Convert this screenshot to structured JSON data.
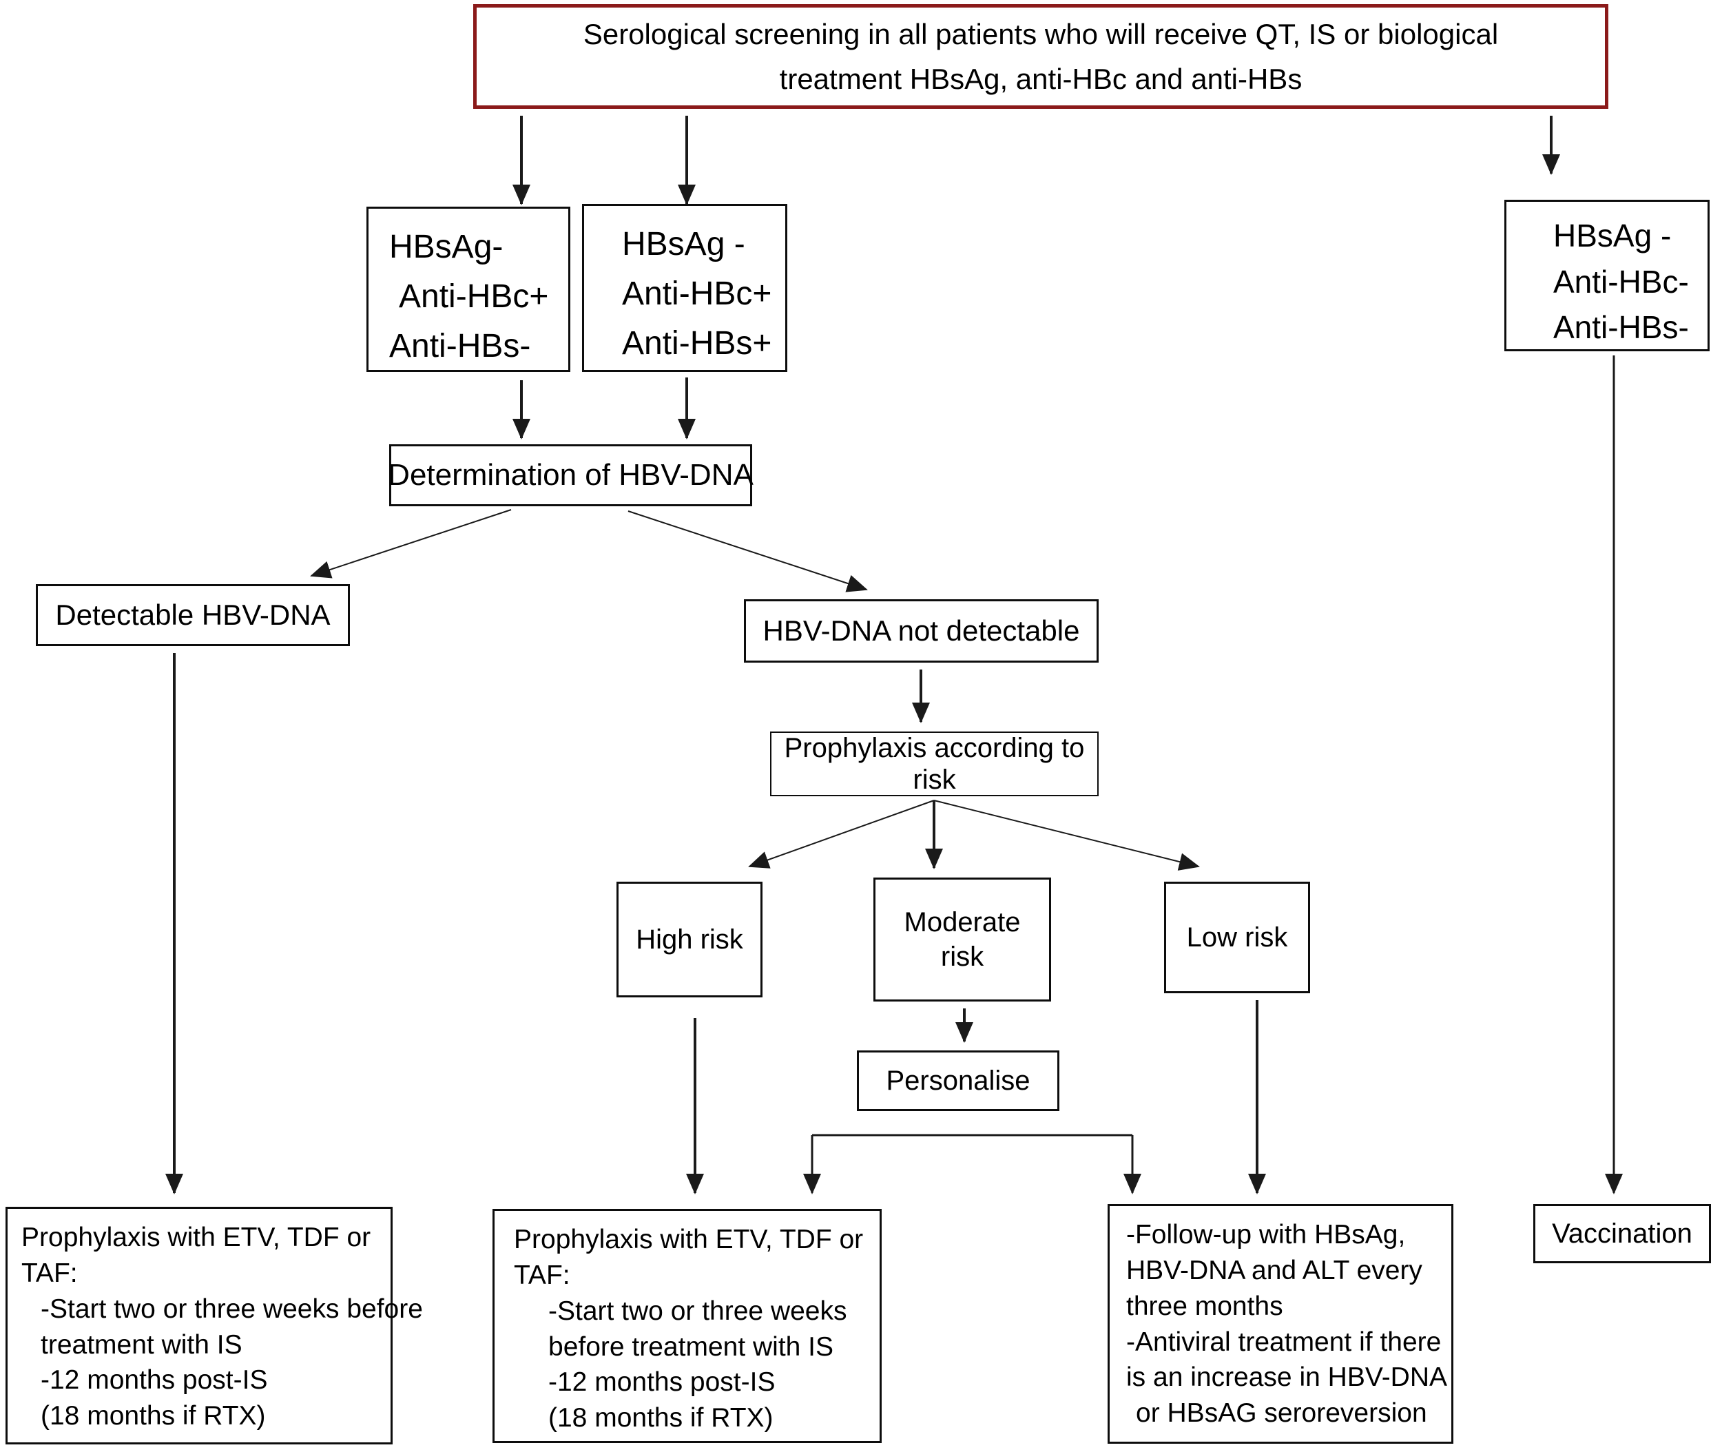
{
  "diagram": {
    "title": {
      "line1": "Serological screening in all patients who will receive QT, IS or biological",
      "line2": "treatment HBsAg, anti-HBc and anti-HBs"
    },
    "nodes": {
      "serology_hbsag_neg_hbc_pos_hbs_neg": {
        "lines": [
          "HBsAg-",
          "Anti-HBc+",
          "Anti-HBs-"
        ]
      },
      "serology_hbsag_neg_hbc_pos_hbs_pos": {
        "lines": [
          "HBsAg -",
          "Anti-HBc+",
          "Anti-HBs+"
        ]
      },
      "serology_hbsag_neg_hbc_neg_hbs_neg": {
        "lines": [
          "HBsAg -",
          "Anti-HBc-",
          "Anti-HBs-"
        ]
      },
      "determination": {
        "label": "Determination of HBV-DNA"
      },
      "detectable": {
        "label": "Detectable HBV-DNA"
      },
      "not_detectable": {
        "label": "HBV-DNA not detectable"
      },
      "prophylaxis_risk": {
        "line1": "Prophylaxis according to",
        "line2": "risk"
      },
      "high_risk": {
        "label": "High risk"
      },
      "moderate_risk": {
        "line1": "Moderate",
        "line2": "risk"
      },
      "low_risk": {
        "label": "Low risk"
      },
      "personalise": {
        "label": "Personalise"
      },
      "prophylaxis_left": {
        "lines": [
          "Prophylaxis with ETV, TDF or",
          "TAF:",
          "-Start two or three weeks before",
          "treatment with IS",
          "-12 months post-IS",
          "(18 months if RTX)"
        ]
      },
      "prophylaxis_mid": {
        "lines": [
          "Prophylaxis with ETV, TDF or",
          "TAF:",
          "-Start two or three weeks",
          "before treatment with IS",
          "-12 months post-IS",
          "(18 months if RTX)"
        ]
      },
      "follow_up": {
        "lines": [
          "-Follow-up with HBsAg,",
          "HBV-DNA and ALT every",
          "three months",
          "-Antiviral treatment if there",
          "is an increase in HBV-DNA",
          "or HBsAG seroreversion"
        ]
      },
      "vaccination": {
        "label": "Vaccination"
      }
    },
    "colors": {
      "title_border": "#8b1a1a",
      "box_border": "#0d0d0d",
      "arrow": "#1a1a1a",
      "background": "#ffffff"
    }
  }
}
